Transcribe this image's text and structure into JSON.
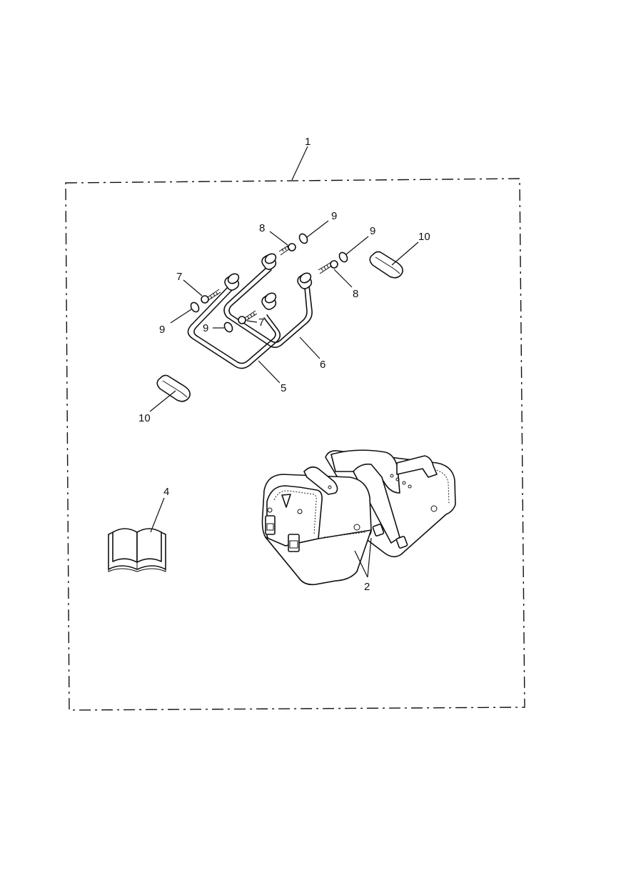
{
  "callouts": {
    "c1": "1",
    "c2": "2",
    "c4": "4",
    "c5": "5",
    "c6": "6",
    "c7a": "7",
    "c7b": "7",
    "c8a": "8",
    "c8b": "8",
    "c9a": "9",
    "c9b": "9",
    "c9c": "9",
    "c9d": "9",
    "c10a": "10",
    "c10b": "10"
  }
}
